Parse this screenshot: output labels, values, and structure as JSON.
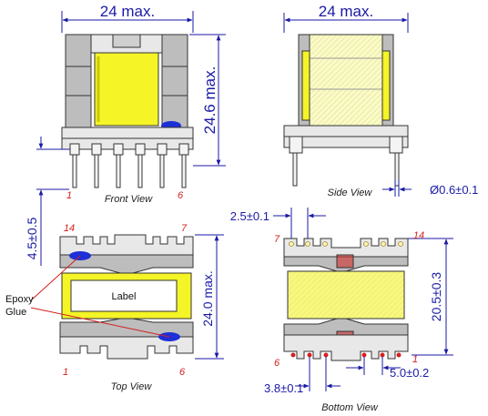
{
  "front_view": {
    "caption": "Front View",
    "width_dim": "24 max.",
    "height_dim": "24.6 max.",
    "pin_offset_dim": "4.5±0.5",
    "pin_left": "1",
    "pin_right": "6"
  },
  "side_view": {
    "caption": "Side View",
    "width_dim": "24 max.",
    "pin_diameter_dim": "Ø0.6±0.1"
  },
  "top_view": {
    "caption": "Top View",
    "height_dim": "24.0 max.",
    "label_text": "Label",
    "epoxy_label_1": "Epoxy",
    "epoxy_label_2": "Glue",
    "pin_top_left": "14",
    "pin_top_right": "7",
    "pin_bottom_left": "1",
    "pin_bottom_right": "6"
  },
  "bottom_view": {
    "caption": "Bottom View",
    "pin_pitch_top_dim": "2.5±0.1",
    "height_dim": "20.5±0.3",
    "row_spacing_dim": "5.0±0.2",
    "pitch_bottom_dim": "3.8±0.1",
    "pin_top_left": "7",
    "pin_top_right": "14",
    "pin_bottom_left": "6",
    "pin_bottom_right": "1"
  },
  "colors": {
    "dimension": "#1a1aa6",
    "pin_number": "#d42020",
    "core_gray": "#bdbdbd",
    "winding_yellow": "#f4f427",
    "glue_blue": "#1d2fd6",
    "leader_red": "#d42020"
  }
}
